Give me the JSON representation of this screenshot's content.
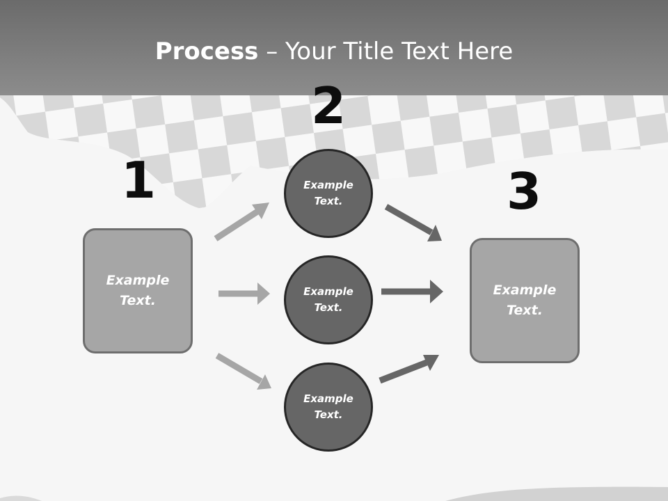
{
  "title": {
    "bold": "Process",
    "rest": " – Your Title Text Here"
  },
  "steps": [
    {
      "number": "1",
      "label": "Example\nText."
    },
    {
      "number": "2",
      "items": [
        {
          "label": "Example\nText."
        },
        {
          "label": "Example\nText."
        },
        {
          "label": "Example\nText."
        }
      ]
    },
    {
      "number": "3",
      "label": "Example\nText."
    }
  ],
  "colors": {
    "header": "#7a7a7a",
    "box_fill": "#a6a6a6",
    "circle_fill": "#666666",
    "arrow_light": "#a6a6a6",
    "arrow_dark": "#666666"
  },
  "background": "checkered-flag-watermark"
}
